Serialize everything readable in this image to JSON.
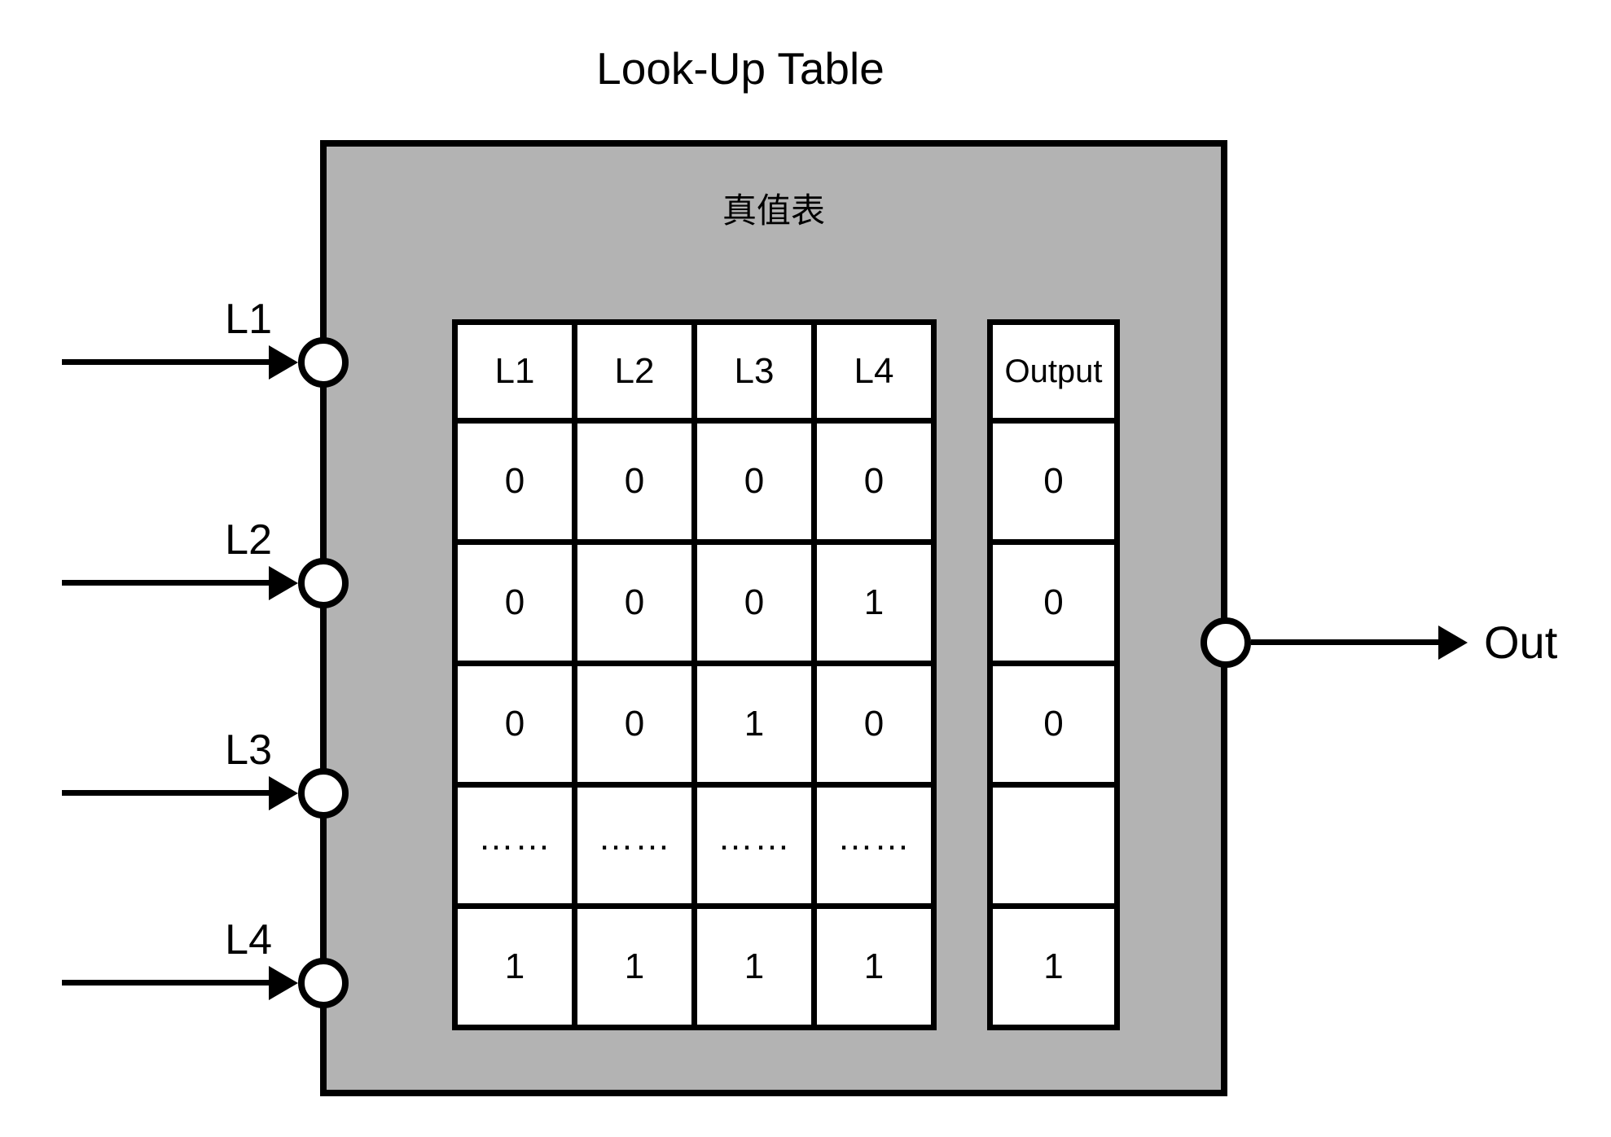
{
  "title": "Look-Up Table",
  "lut_box": {
    "label": "真值表"
  },
  "inputs": [
    "L1",
    "L2",
    "L3",
    "L4"
  ],
  "output": {
    "label": "Out"
  },
  "truth_table": {
    "headers": [
      "L1",
      "L2",
      "L3",
      "L4"
    ],
    "rows": [
      [
        "0",
        "0",
        "0",
        "0"
      ],
      [
        "0",
        "0",
        "0",
        "1"
      ],
      [
        "0",
        "0",
        "1",
        "0"
      ],
      [
        "……",
        "……",
        "……",
        "……"
      ],
      [
        "1",
        "1",
        "1",
        "1"
      ]
    ]
  },
  "output_column": {
    "header": "Output",
    "values": [
      "0",
      "0",
      "0",
      "",
      "1"
    ]
  },
  "colors": {
    "box_fill": "#b3b3b3",
    "stroke": "#000000",
    "cell_fill": "#ffffff",
    "background": "#ffffff"
  }
}
